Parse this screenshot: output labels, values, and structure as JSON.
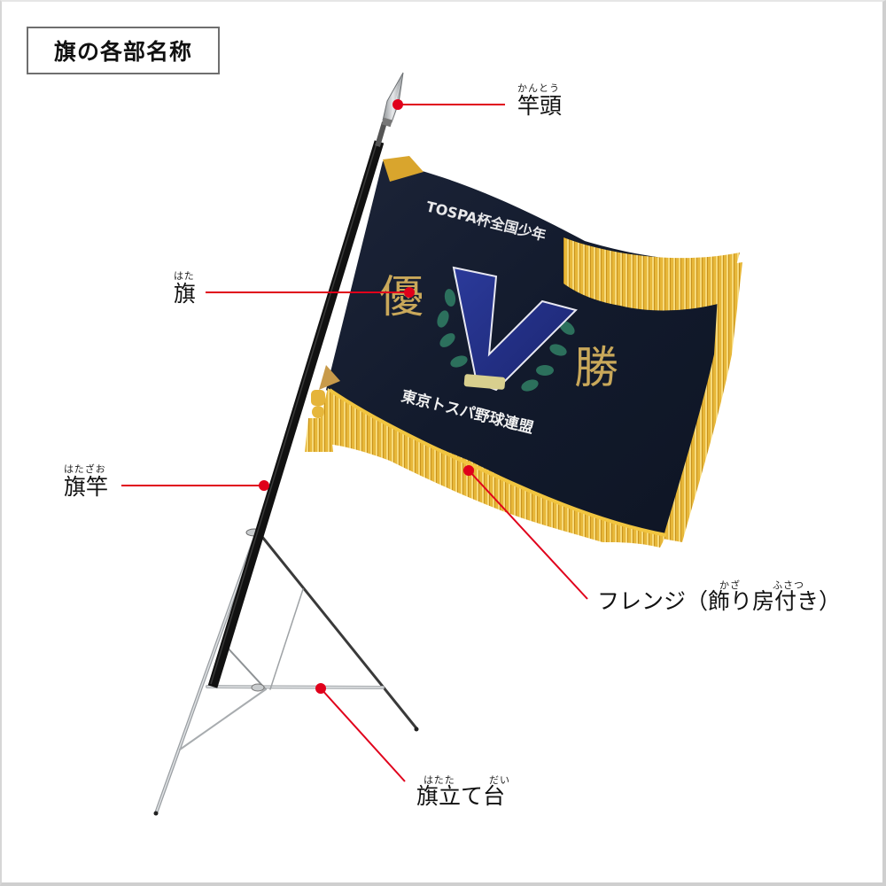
{
  "title": "旗の各部名称",
  "colors": {
    "callout_red": "#e0001b",
    "flag_navy": "#141c2e",
    "fringe_gold": "#e9b93a",
    "frame_gray": "#cfcfcf",
    "pole_black": "#111111",
    "stand_silver": "#b9bcbf"
  },
  "flag": {
    "top_text": "TOSPA杯全国少年",
    "left_char": "優",
    "right_char": "勝",
    "emblem_letter": "V",
    "bottom_text": "東京トスパ野球連盟"
  },
  "callouts": [
    {
      "id": "pole-head",
      "ruby": "かんとう",
      "label": "竿頭",
      "dot": [
        449,
        118
      ],
      "end": [
        570,
        118
      ]
    },
    {
      "id": "flag",
      "ruby": "はた",
      "label": "旗",
      "dot": [
        462,
        330
      ],
      "end": [
        232,
        330
      ]
    },
    {
      "id": "flagpole",
      "ruby": "はたざお",
      "label": "旗竿",
      "dot": [
        298,
        548
      ],
      "end": [
        137,
        548
      ]
    },
    {
      "id": "fringe",
      "ruby_1": "かざ",
      "ruby_2": "ふさつ",
      "label": "フレンジ（飾り房付き）",
      "dot": [
        529,
        531
      ],
      "end": [
        663,
        676
      ]
    },
    {
      "id": "stand",
      "ruby_1": "はたた",
      "ruby_2": "だい",
      "label": "旗立て台",
      "dot": [
        362,
        777
      ],
      "end": [
        457,
        882
      ]
    }
  ]
}
